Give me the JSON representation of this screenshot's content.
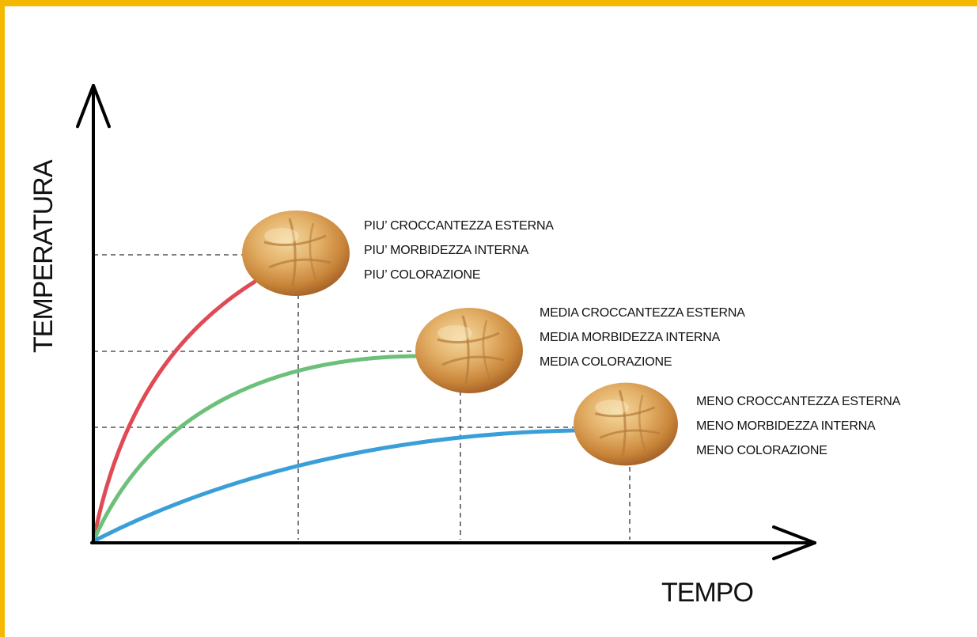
{
  "axes": {
    "y_label": "TEMPERATURA",
    "x_label": "TEMPO"
  },
  "curves": [
    {
      "color": "#e04a55",
      "roll_icon": "bread-roll-icon",
      "notes": [
        "PIU’ CROCCANTEZZA ESTERNA",
        "PIU’ MORBIDEZZA INTERNA",
        "PIU’ COLORAZIONE"
      ]
    },
    {
      "color": "#6cc07a",
      "roll_icon": "bread-roll-icon",
      "notes": [
        "MEDIA CROCCANTEZZA ESTERNA",
        "MEDIA MORBIDEZZA INTERNA",
        "MEDIA COLORAZIONE"
      ]
    },
    {
      "color": "#3a9fd8",
      "roll_icon": "bread-roll-icon",
      "notes": [
        "MENO CROCCANTEZZA ESTERNA",
        "MENO MORBIDEZZA INTERNA",
        "MENO COLORAZIONE"
      ]
    }
  ],
  "colors": {
    "frame": "#f5b800",
    "axis": "#000000"
  }
}
